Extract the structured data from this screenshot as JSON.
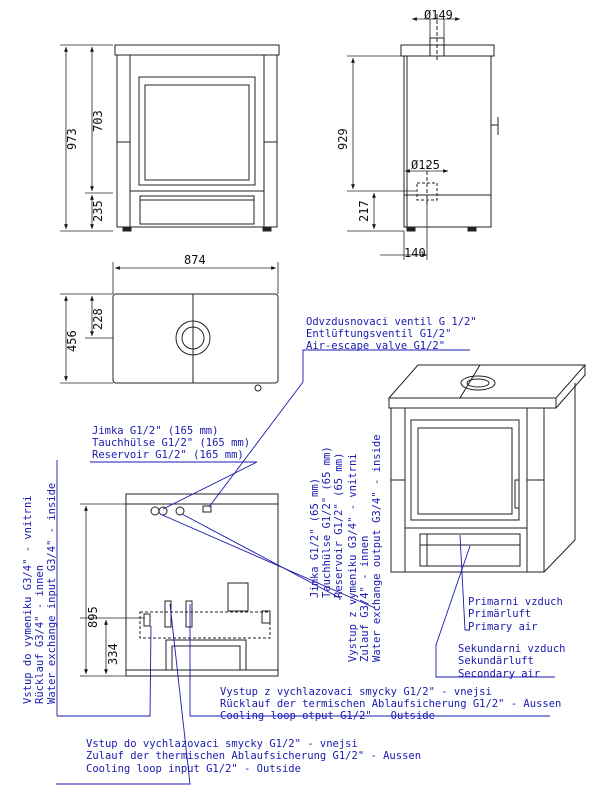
{
  "front": {
    "width": "874",
    "height_total": "973",
    "height_upper": "703",
    "height_base": "235"
  },
  "side": {
    "d_flue_top": "Ø149",
    "d_flue_back": "Ø125",
    "height_to_back_flue": "929",
    "height_back_connection": "217",
    "depth_back_connection": "140"
  },
  "top": {
    "depth": "456",
    "depth_half": "228"
  },
  "back": {
    "height_vent": "895",
    "height_cool": "334"
  },
  "vent_valve": [
    "Odvzdusnovaci ventil G 1/2\"",
    "Entlüftungsventil G1/2\"",
    "Air-escape valve G1/2\""
  ],
  "jimka_165": [
    "Jimka G1/2\" (165 mm)",
    "Tauchhülse G1/2\" (165 mm)",
    "Reservoir G1/2\" (165 mm)"
  ],
  "jimka_65": [
    "Jimka G1/2\" (65 mm)",
    "Tauchhülse G1/2\" (65 mm)",
    "Reservoir G1/2\" (65 mm)"
  ],
  "exchanger_out": [
    "Vystup z vymeniku G3/4\" - vnitrni",
    "Zulauf G3/4\" - innen",
    "Water exchange output G3/4\" - inside"
  ],
  "exchanger_in": [
    "Vstup do vymeniku G3/4\" - vnitrni",
    "Rücklauf G3/4\" - innen",
    "Water exchange input G3/4\" - inside"
  ],
  "primary_air": [
    "Primarni vzduch",
    "Primärluft",
    "Primary air"
  ],
  "secondary_air": [
    "Sekundarni vzduch",
    "Sekundärluft",
    "Secondary air"
  ],
  "cool_out": [
    "Vystup z vychlazovaci smycky G1/2\" - vnejsi",
    "Rücklauf der termischen Ablaufsicherung G1/2\" - Aussen",
    "Cooling loop otput G1/2\" - Outside"
  ],
  "cool_in": [
    "Vstup do vychlazovaci smycky G1/2\" - vnejsi",
    "Zulauf der thermischen Ablaufsicherung G1/2\" - Aussen",
    "Cooling loop input G1/2\" - Outside"
  ]
}
